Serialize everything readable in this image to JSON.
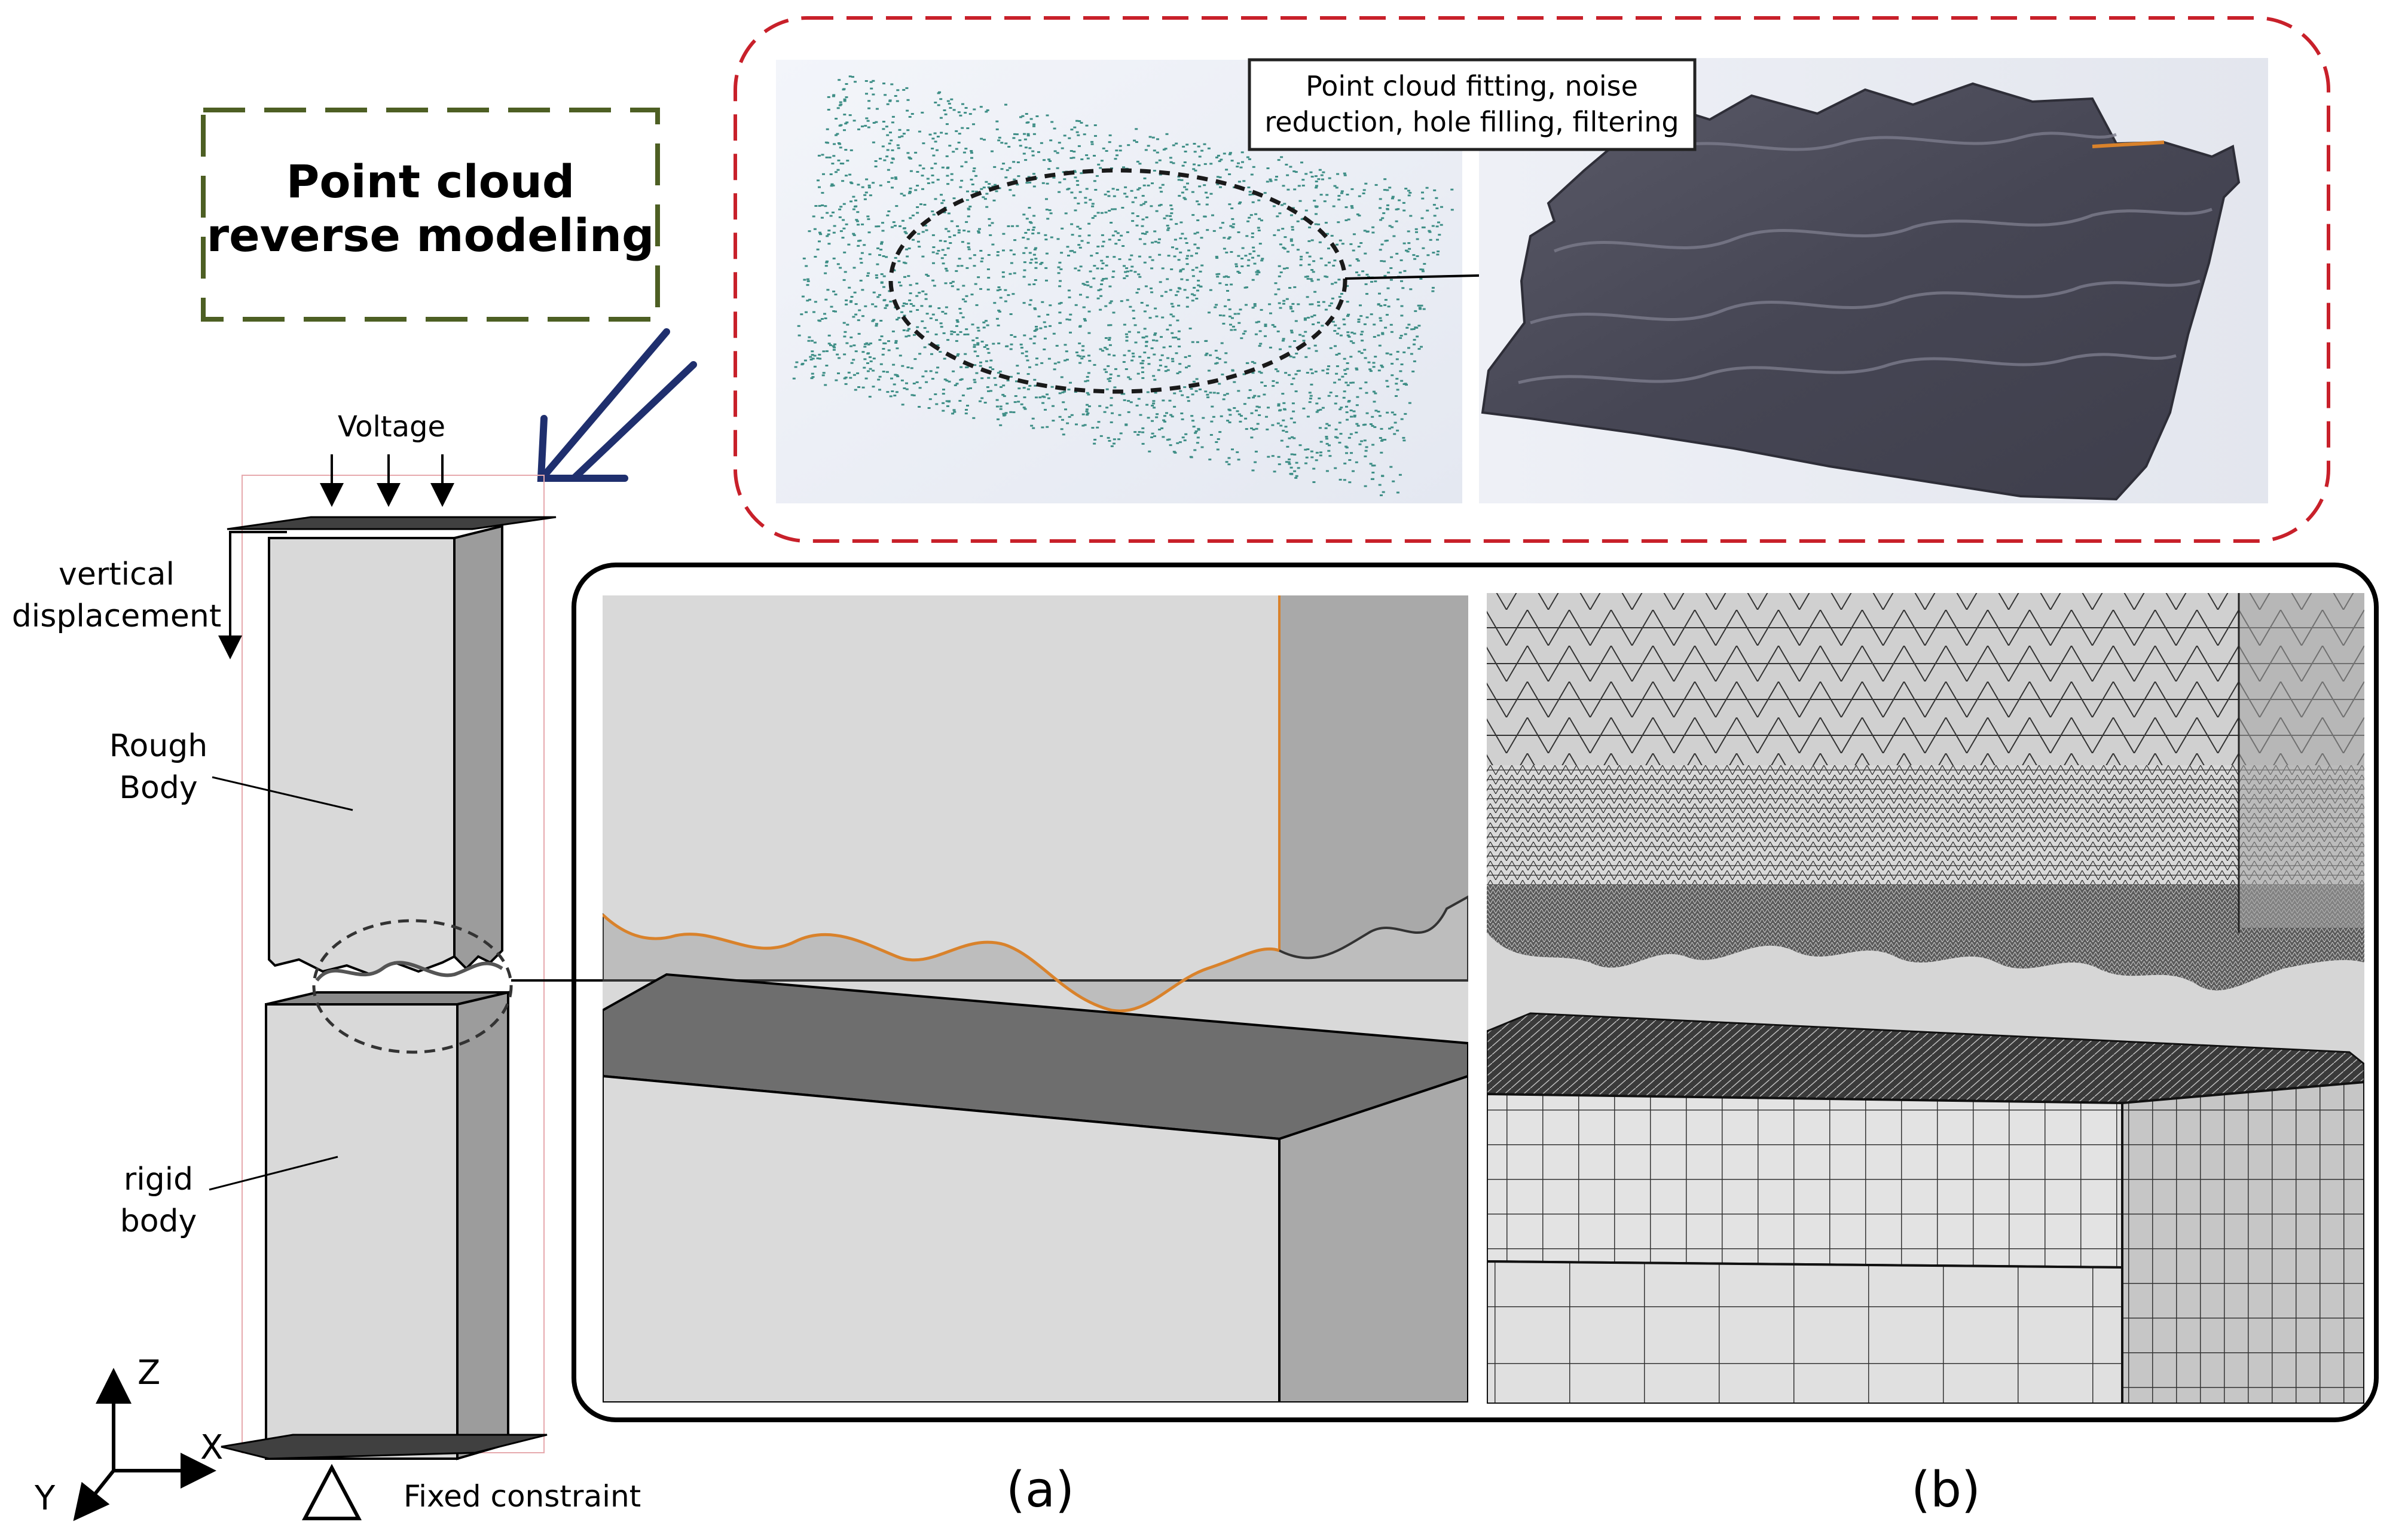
{
  "labels": {
    "title_line1": "Point cloud",
    "title_line2": "reverse modeling",
    "voltage": "Voltage",
    "vertical_line1": "vertical",
    "vertical_line2": "displacement",
    "rough_line1": "Rough",
    "rough_line2": "Body",
    "rigid_line1": "rigid",
    "rigid_line2": "body",
    "fixed": "Fixed constraint",
    "axis_z": "Z",
    "axis_x": "X",
    "axis_y": "Y",
    "callout_line1": "Point cloud fitting, noise",
    "callout_line2": "reduction, hole filling, filtering",
    "panel_a": "(a)",
    "panel_b": "(b)"
  },
  "colors": {
    "green_dash": "#4d5f23",
    "red_dash": "#c8202a",
    "navy_arrow": "#1f2f6e",
    "teal_points": "#3e8e86",
    "dark_surface": "#4a4a57",
    "orange_edge": "#d9822b"
  }
}
